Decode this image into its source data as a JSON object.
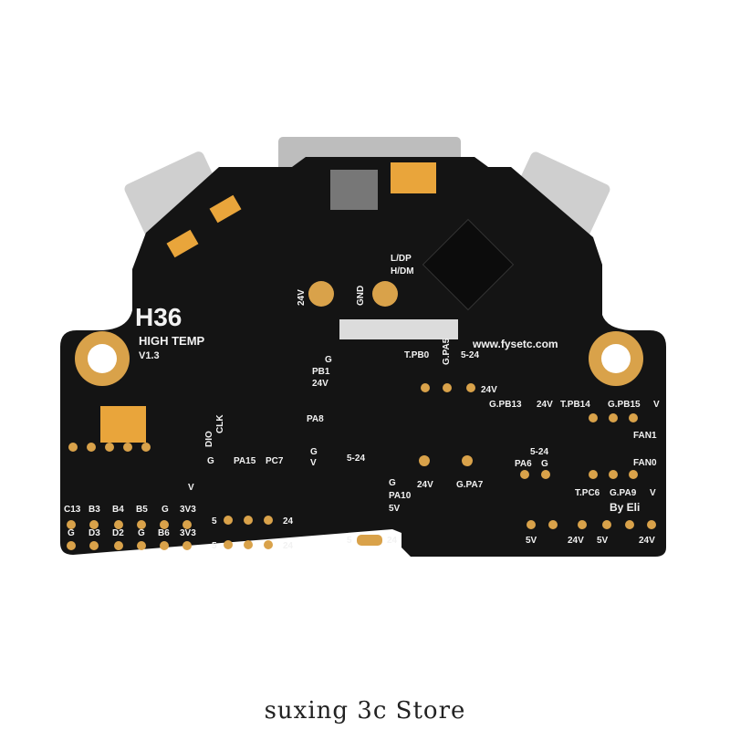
{
  "board": {
    "brand_logo": "H36",
    "subtitle": "HIGH TEMP",
    "version": "V1.3",
    "website": "www.fysetc.com",
    "author": "By Eli",
    "colors": {
      "pcb": "#141414",
      "gold": "#d9a24a",
      "silkscreen": "#f2f2f2",
      "connector": "#e9a53b"
    },
    "labels": {
      "v24_top": "24V",
      "gnd_top": "GND",
      "ldp": "L/DP",
      "hdm": "H/DM",
      "tpb0": "T.PB0",
      "gpa5": "G.PA5",
      "r5_24_a": "5-24",
      "v24_a": "24V",
      "g_pb1": "G",
      "pb1": "PB1",
      "v24_b": "24V",
      "gpb13": "G.PB13",
      "v24_c": "24V",
      "tpb14": "T.PB14",
      "gpb15": "G.PB15",
      "v_a": "V",
      "fan1": "FAN1",
      "fan0": "FAN0",
      "pa8": "PA8",
      "g_pa8": "G",
      "v_pa8": "V",
      "r5_24_b": "5-24",
      "r5_24_c": "5-24",
      "dio": "DIO",
      "clk": "CLK",
      "g_clk": "G",
      "pa15": "PA15",
      "pc7": "PC7",
      "pa6": "PA6",
      "g_pa6": "G",
      "tpc6": "T.PC6",
      "gpa9": "G.PA9",
      "v_b": "V",
      "g_pa10": "G",
      "pa10": "PA10",
      "v5_pa10": "5V",
      "v24_d": "24V",
      "gpa7": "G.PA7",
      "v_c": "V",
      "row1": [
        "C13",
        "B3",
        "B4",
        "B5",
        "G",
        "3V3"
      ],
      "row2": [
        "G",
        "D3",
        "D2",
        "G",
        "B6",
        "3V3"
      ],
      "r5_a": "5",
      "r24_a": "24",
      "r5_b": "5",
      "r24_b": "24",
      "r5_c": "5",
      "r24_c": "24",
      "bottom_right": [
        "5V",
        "24V",
        "5V",
        "24V"
      ]
    }
  },
  "caption": "suxing 3c Store"
}
